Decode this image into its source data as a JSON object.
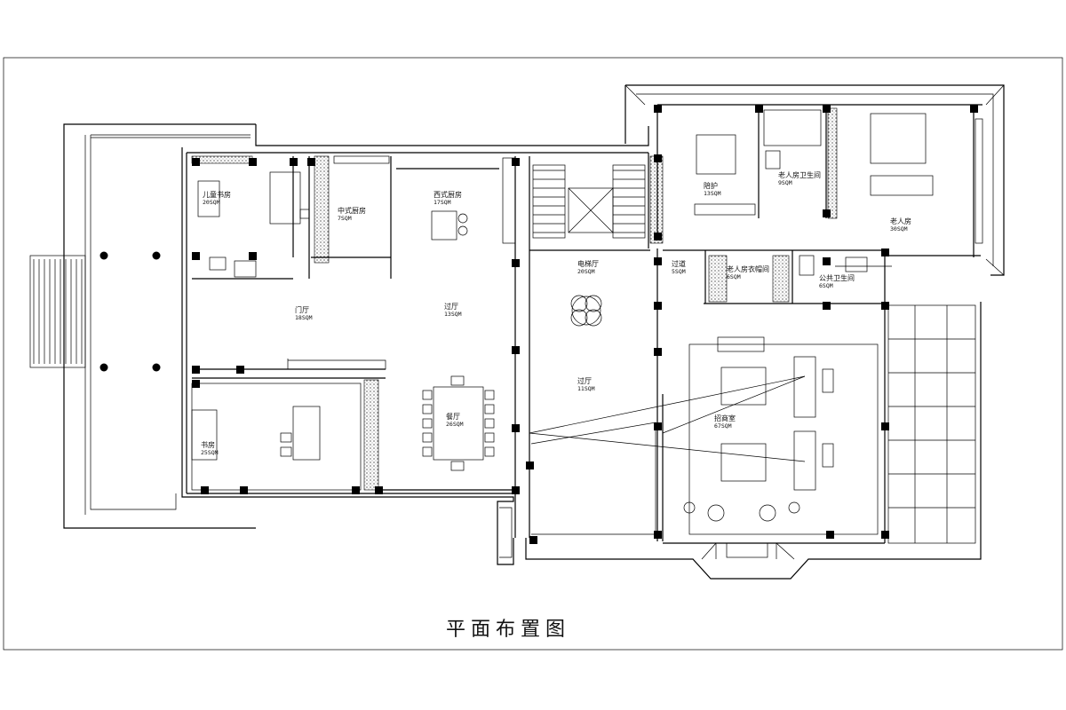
{
  "plan": {
    "caption": "平面布置图",
    "rooms": [
      {
        "id": "children-study",
        "name": "儿童书房",
        "area": "20SQM"
      },
      {
        "id": "chinese-kitchen",
        "name": "中式厨房",
        "area": "7SQM"
      },
      {
        "id": "western-kitchen",
        "name": "西式厨房",
        "area": "17SQM"
      },
      {
        "id": "foyer",
        "name": "门厅",
        "area": "18SQM"
      },
      {
        "id": "corridor-1",
        "name": "过厅",
        "area": "13SQM"
      },
      {
        "id": "elevator-hall",
        "name": "电梯厅",
        "area": "20SQM"
      },
      {
        "id": "corridor-2",
        "name": "过厅",
        "area": "11SQM"
      },
      {
        "id": "passage",
        "name": "过道",
        "area": "5SQM"
      },
      {
        "id": "nanny-room",
        "name": "陪护",
        "area": "13SQM"
      },
      {
        "id": "elder-bathroom",
        "name": "老人房卫生间",
        "area": "9SQM"
      },
      {
        "id": "elder-room",
        "name": "老人房",
        "area": "30SQM"
      },
      {
        "id": "elder-closet",
        "name": "老人房衣帽间",
        "area": "6SQM"
      },
      {
        "id": "public-bathroom",
        "name": "公共卫生间",
        "area": "6SQM"
      },
      {
        "id": "study",
        "name": "书房",
        "area": "25SQM"
      },
      {
        "id": "dining",
        "name": "餐厅",
        "area": "26SQM"
      },
      {
        "id": "reception",
        "name": "招商室",
        "area": "67SQM"
      }
    ]
  }
}
